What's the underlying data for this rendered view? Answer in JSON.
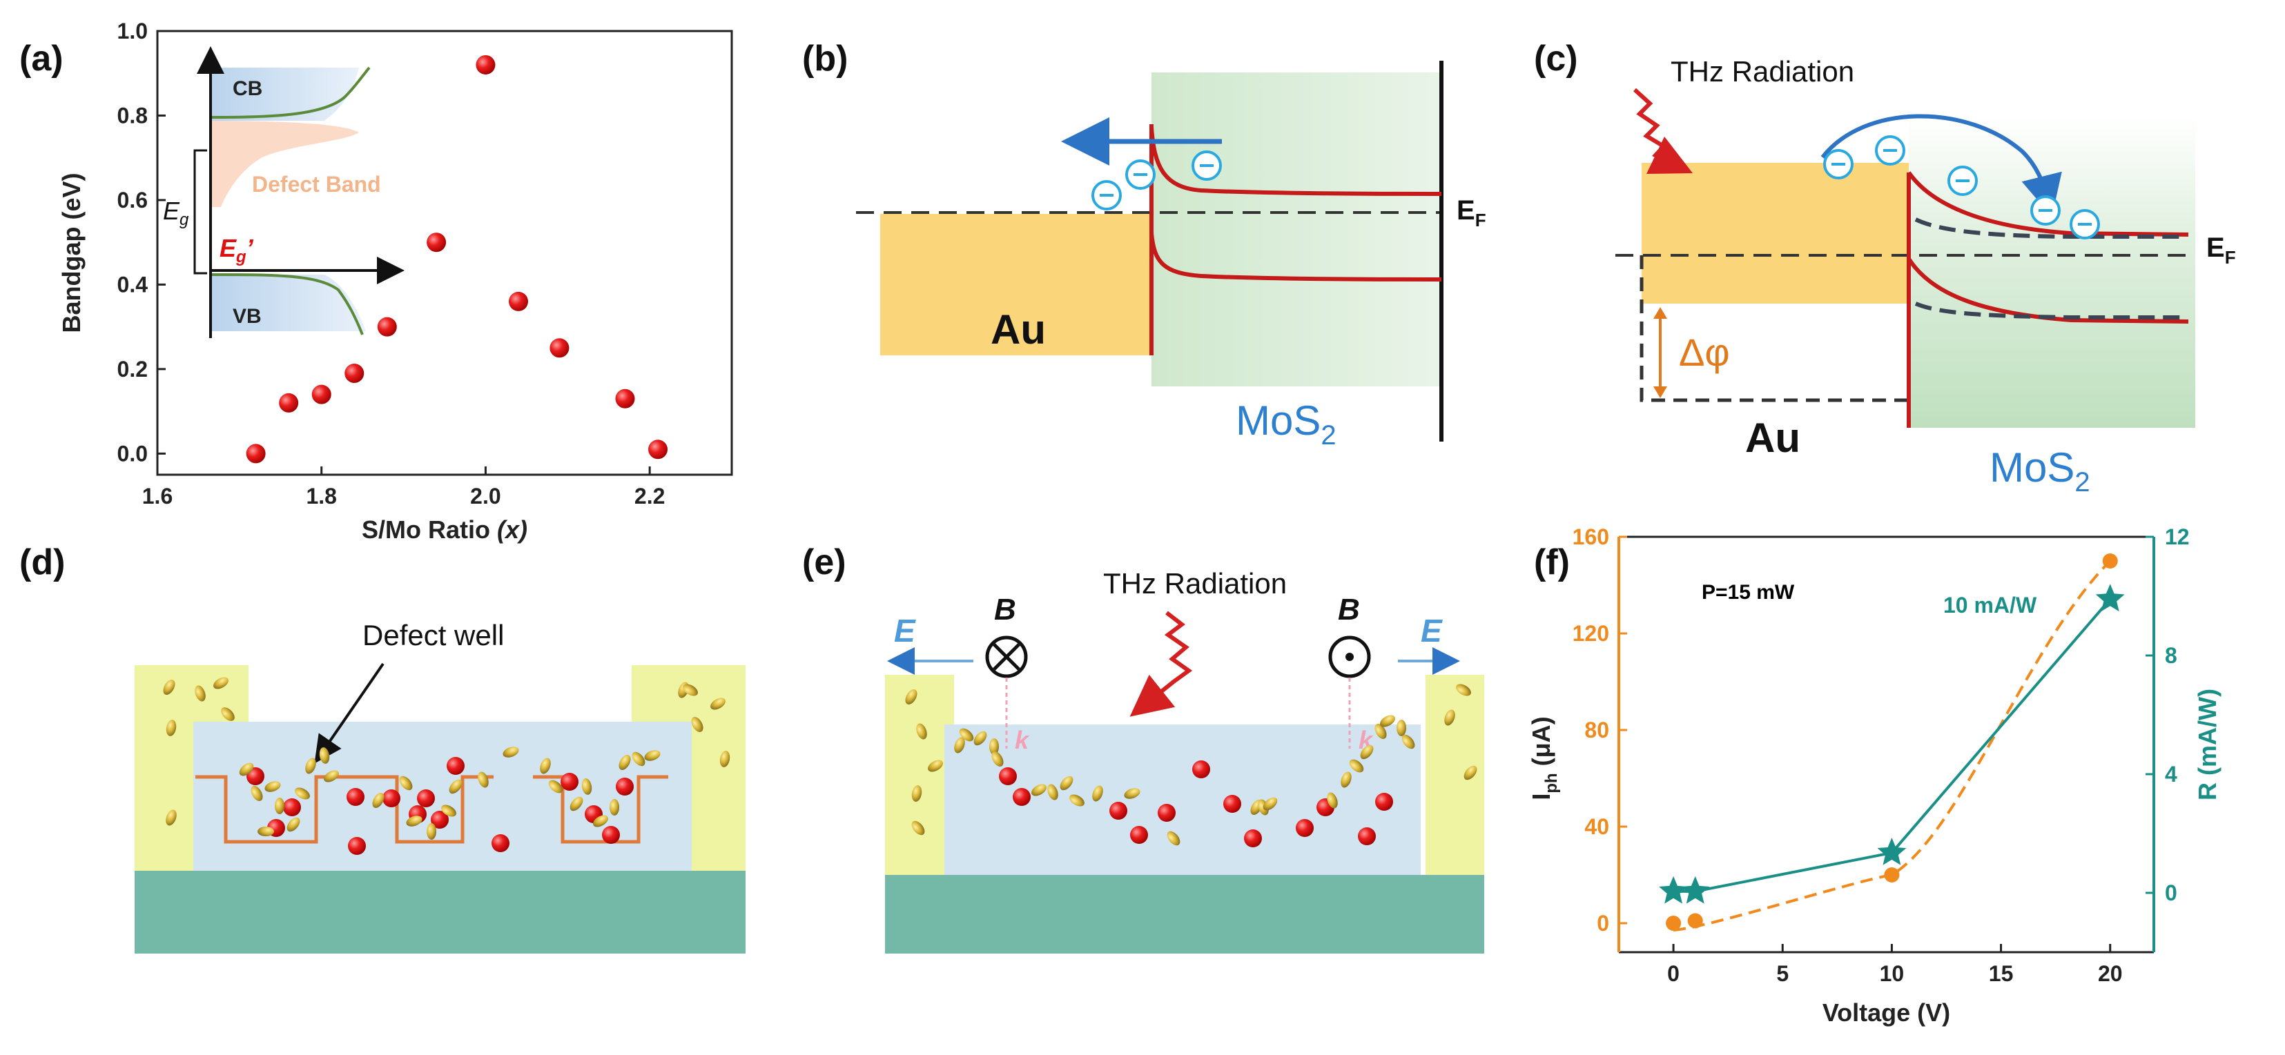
{
  "panels": {
    "a": {
      "label": "(a)"
    },
    "b": {
      "label": "(b)"
    },
    "c": {
      "label": "(c)"
    },
    "d": {
      "label": "(d)"
    },
    "e": {
      "label": "(e)"
    },
    "f": {
      "label": "(f)"
    }
  },
  "inset_a": {
    "cb": "CB",
    "vb": "VB",
    "defect_band": "Defect Band",
    "eg": "E",
    "eg_sub": "g",
    "egp": "E",
    "egp_sub": "g",
    "egp_prime": "’"
  },
  "panel_b": {
    "metal": "Au",
    "semi": "MoS",
    "semi_sub": "2",
    "ef": "E",
    "ef_sub": "F"
  },
  "panel_c": {
    "radiation": "THz Radiation",
    "metal": "Au",
    "semi": "MoS",
    "semi_sub": "2",
    "ef": "E",
    "ef_sub": "F",
    "dphi": "Δφ"
  },
  "panel_d": {
    "defect_well": "Defect well"
  },
  "panel_e": {
    "radiation": "THz Radiation",
    "b_left": "B",
    "b_right": "B",
    "e_left": "E",
    "e_right": "E",
    "k_left": "k",
    "k_right": "k"
  },
  "chart_data": [
    {
      "type": "scatter",
      "panel": "a",
      "xlabel": "S/Mo Ratio",
      "xlabel_var": "(x)",
      "ylabel": "Bandgap (eV)",
      "xlim": [
        1.6,
        2.3
      ],
      "ylim": [
        -0.05,
        1.0
      ],
      "xticks": [
        1.6,
        1.8,
        2.0,
        2.2
      ],
      "xtick_labels": [
        "1.6",
        "1.8",
        "2.0",
        "2.2"
      ],
      "yticks": [
        0.0,
        0.2,
        0.4,
        0.6,
        0.8,
        1.0
      ],
      "ytick_labels": [
        "0.0",
        "0.2",
        "0.4",
        "0.6",
        "0.8",
        "1.0"
      ],
      "color": "#e01010",
      "points": [
        {
          "x": 1.72,
          "y": 0.0
        },
        {
          "x": 1.76,
          "y": 0.12
        },
        {
          "x": 1.8,
          "y": 0.14
        },
        {
          "x": 1.84,
          "y": 0.19
        },
        {
          "x": 1.88,
          "y": 0.3
        },
        {
          "x": 1.94,
          "y": 0.5
        },
        {
          "x": 2.0,
          "y": 0.92
        },
        {
          "x": 2.04,
          "y": 0.36
        },
        {
          "x": 2.09,
          "y": 0.25
        },
        {
          "x": 2.17,
          "y": 0.13
        },
        {
          "x": 2.21,
          "y": 0.01
        }
      ]
    },
    {
      "type": "line",
      "panel": "f",
      "xlabel": "Voltage (V)",
      "ylabel_left": "I",
      "ylabel_left_sub": "ph",
      "ylabel_left_unit": "(μA)",
      "ylabel_right": "R (mA/W)",
      "annotation_power": "P=15 mW",
      "annotation_r": "10 mA/W",
      "xlim": [
        -2.5,
        22
      ],
      "ylim_left": [
        -12,
        160
      ],
      "ylim_right": [
        -2,
        12
      ],
      "xticks": [
        0,
        5,
        10,
        15,
        20
      ],
      "xtick_labels": [
        "0",
        "5",
        "10",
        "15",
        "20"
      ],
      "yticks_left": [
        0,
        40,
        80,
        120,
        160
      ],
      "ytick_labels_left": [
        "0",
        "40",
        "80",
        "120",
        "160"
      ],
      "yticks_right": [
        0,
        4,
        8,
        12
      ],
      "ytick_labels_right": [
        "0",
        "4",
        "8",
        "12"
      ],
      "color_left": "#f08a1c",
      "color_right": "#1a8f87",
      "series": [
        {
          "axis": "left",
          "style": "dashed-circle",
          "x": [
            0,
            1,
            10,
            20
          ],
          "y": [
            0,
            1,
            20,
            150
          ]
        },
        {
          "axis": "right",
          "style": "solid-star",
          "x": [
            0,
            1,
            10,
            20
          ],
          "y": [
            0.05,
            0.05,
            1.35,
            9.9
          ]
        }
      ]
    }
  ]
}
